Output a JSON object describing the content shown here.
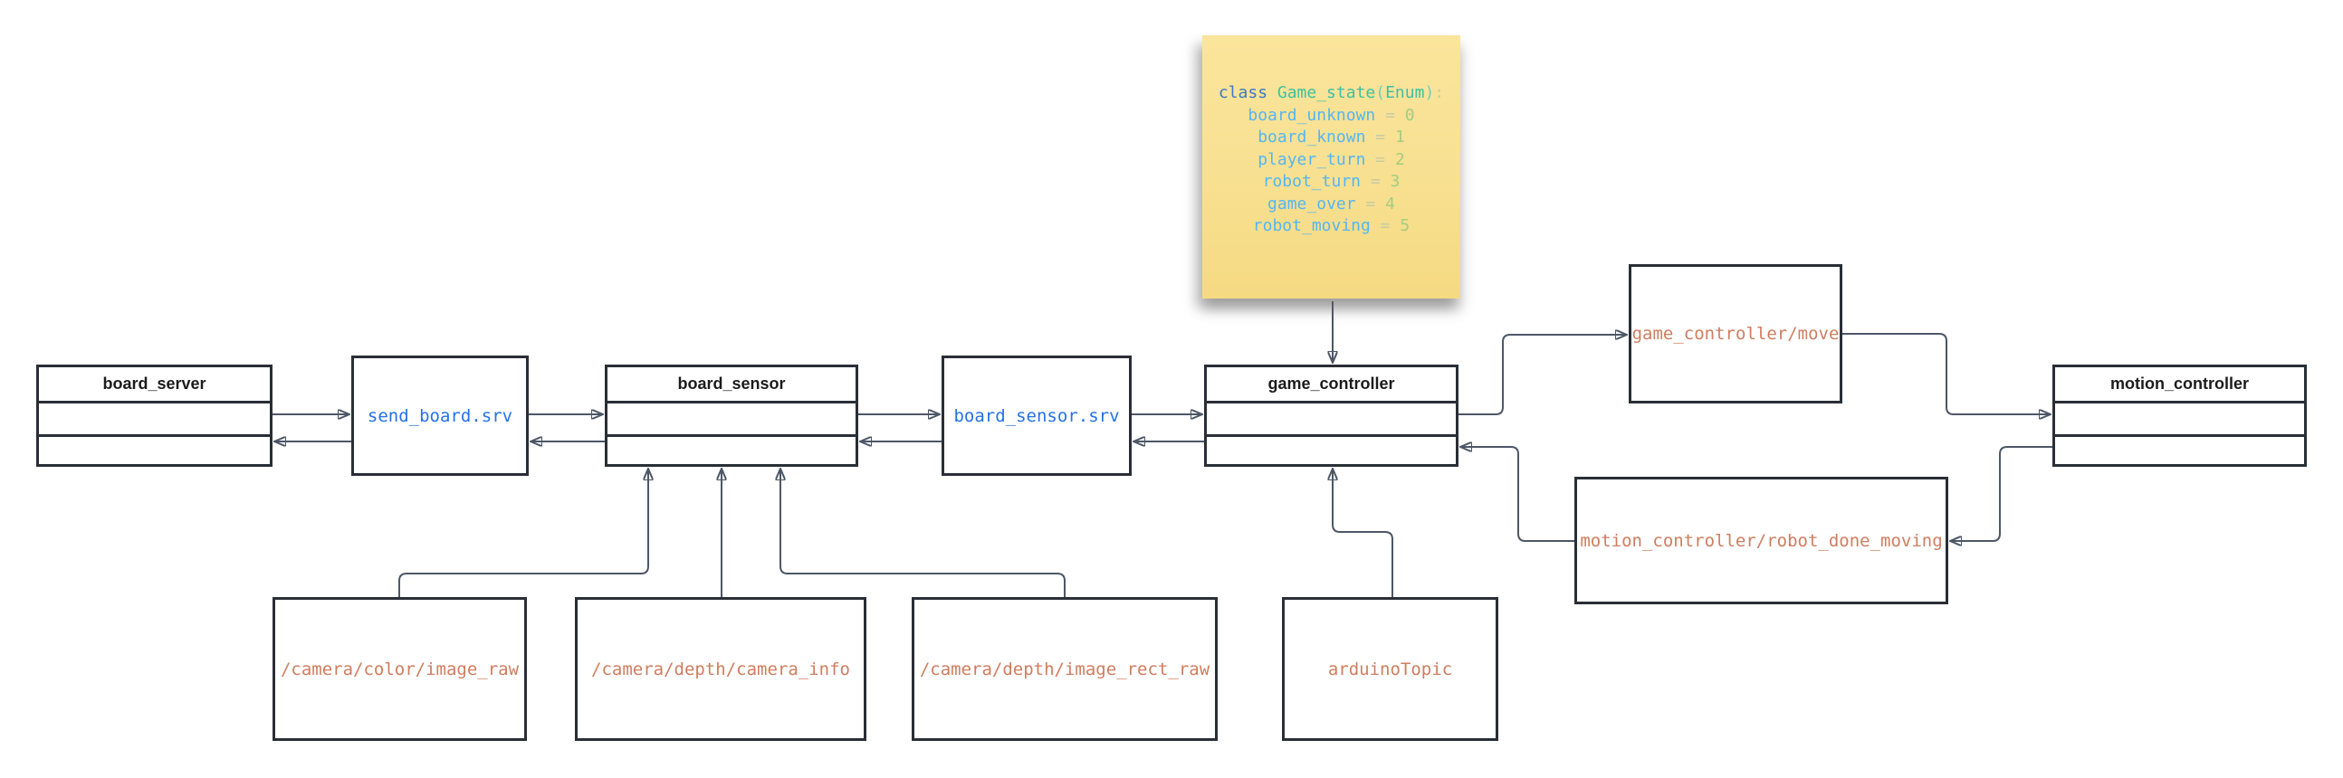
{
  "nodes": {
    "board_server": "board_server",
    "board_sensor": "board_sensor",
    "game_controller": "game_controller",
    "motion_controller": "motion_controller"
  },
  "services": {
    "send_board": "send_board.srv",
    "board_sensor_srv": "board_sensor.srv"
  },
  "topics": {
    "move": "game_controller/move",
    "robot_done_moving": "motion_controller/robot_done_moving",
    "camera_color_image_raw": "/camera/color/image_raw",
    "camera_depth_camera_info": "/camera/depth/camera_info",
    "camera_depth_image_rect_raw": "/camera/depth/image_rect_raw",
    "arduino": "arduinoTopic"
  },
  "note": {
    "lines": [
      [
        {
          "t": "class ",
          "c": "kw"
        },
        {
          "t": "Game_state",
          "c": "cls"
        },
        {
          "t": "(",
          "c": "pr"
        },
        {
          "t": "Enum",
          "c": "cls"
        },
        {
          "t": ")",
          "c": "pr"
        },
        {
          "t": ":",
          "c": "op"
        }
      ],
      [
        {
          "t": "board_unknown",
          "c": "var"
        },
        {
          "t": " = ",
          "c": "op"
        },
        {
          "t": "0",
          "c": "num"
        }
      ],
      [
        {
          "t": "board_known",
          "c": "var"
        },
        {
          "t": " = ",
          "c": "op"
        },
        {
          "t": "1",
          "c": "num"
        }
      ],
      [
        {
          "t": "player_turn",
          "c": "var"
        },
        {
          "t": " = ",
          "c": "op"
        },
        {
          "t": "2",
          "c": "num"
        }
      ],
      [
        {
          "t": "robot_turn",
          "c": "var"
        },
        {
          "t": " = ",
          "c": "op"
        },
        {
          "t": "3",
          "c": "num"
        }
      ],
      [
        {
          "t": "game_over",
          "c": "var"
        },
        {
          "t": " = ",
          "c": "op"
        },
        {
          "t": "4",
          "c": "num"
        }
      ],
      [
        {
          "t": "robot_moving",
          "c": "var"
        },
        {
          "t": " = ",
          "c": "op"
        },
        {
          "t": "5",
          "c": "num"
        }
      ]
    ]
  },
  "colors": {
    "service_text": "#2472e8",
    "topic_text": "#d07d5f",
    "box_border": "#2a2e36",
    "connector": "#4d5766",
    "note_background": "#f8e091"
  }
}
